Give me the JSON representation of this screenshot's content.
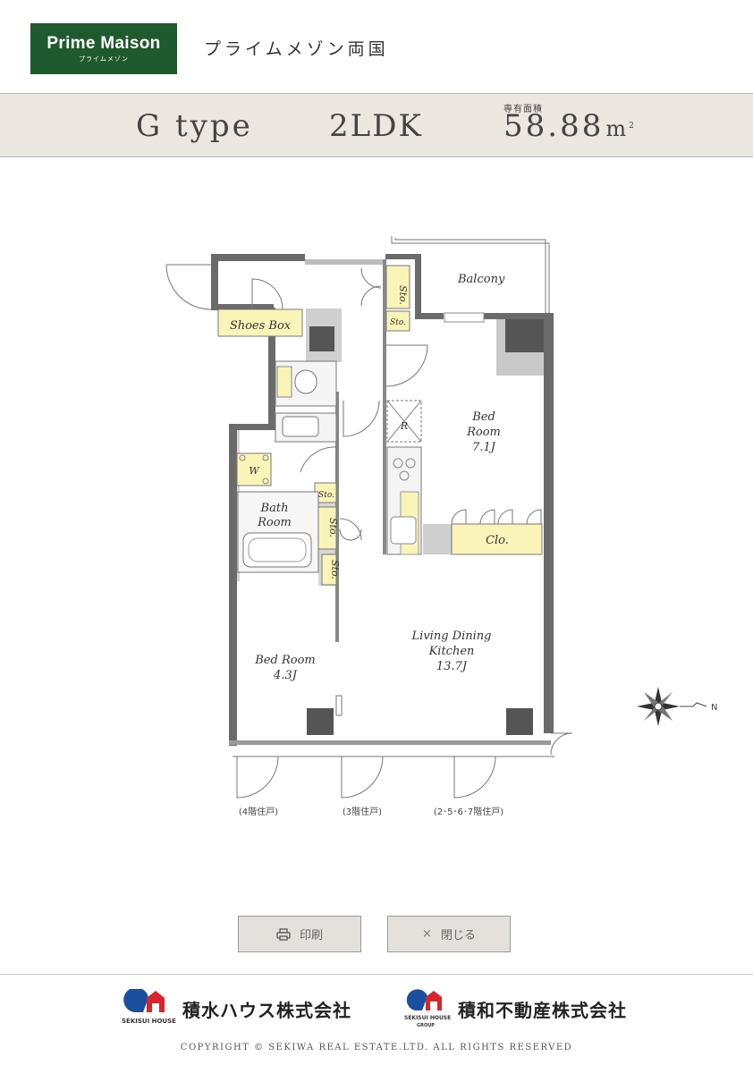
{
  "header": {
    "brand_line1": "Prime Maison",
    "brand_line2": "プライムメゾン",
    "property_name": "プライムメゾン両国"
  },
  "type_bar": {
    "type_name": "G type",
    "layout": "2LDK",
    "area_label": "専有面積",
    "area_value": "58.88",
    "area_unit": "m",
    "area_unit_sup": "2"
  },
  "floor_plan": {
    "rooms": {
      "balcony": "Balcony",
      "shoes_box": "Shoes Box",
      "sto": "Sto.",
      "refrigerator": "R",
      "bed_room_1_line1": "Bed",
      "bed_room_1_line2": "Room",
      "bed_room_1_size": "7.1J",
      "washer": "W",
      "bath_line1": "Bath",
      "bath_line2": "Room",
      "closet": "Clo.",
      "ldk_line1": "Living Dining",
      "ldk_line2": "Kitchen",
      "ldk_size": "13.7J",
      "bed_room_2": "Bed Room",
      "bed_room_2_size": "4.3J"
    },
    "compass_label": "N",
    "entry_notes": [
      "(4階住戸)",
      "(3階住戸)",
      "(2･5･6･7階住戸)"
    ]
  },
  "buttons": {
    "print": "印刷",
    "close": "閉じる",
    "print_icon": "printer-icon",
    "close_icon": "close-icon"
  },
  "footer": {
    "company1_sub": "SEKISUI HOUSE",
    "company1_name": "積水ハウス株式会社",
    "company2_sub": "SEKISUI HOUSE",
    "company2_sub2": "GROUP",
    "company2_name": "積和不動産株式会社",
    "copyright": "COPYRIGHT © SEKIWA REAL ESTATE.LTD. ALL RIGHTS RESERVED"
  },
  "colors": {
    "brand_green": "#1f5a2e",
    "type_bar": "#ece7e0",
    "wall": "#6b6b6b",
    "storage_fill": "#fbf4b8",
    "sekisui_blue": "#1a4fa0",
    "sekisui_red": "#d8242a"
  }
}
